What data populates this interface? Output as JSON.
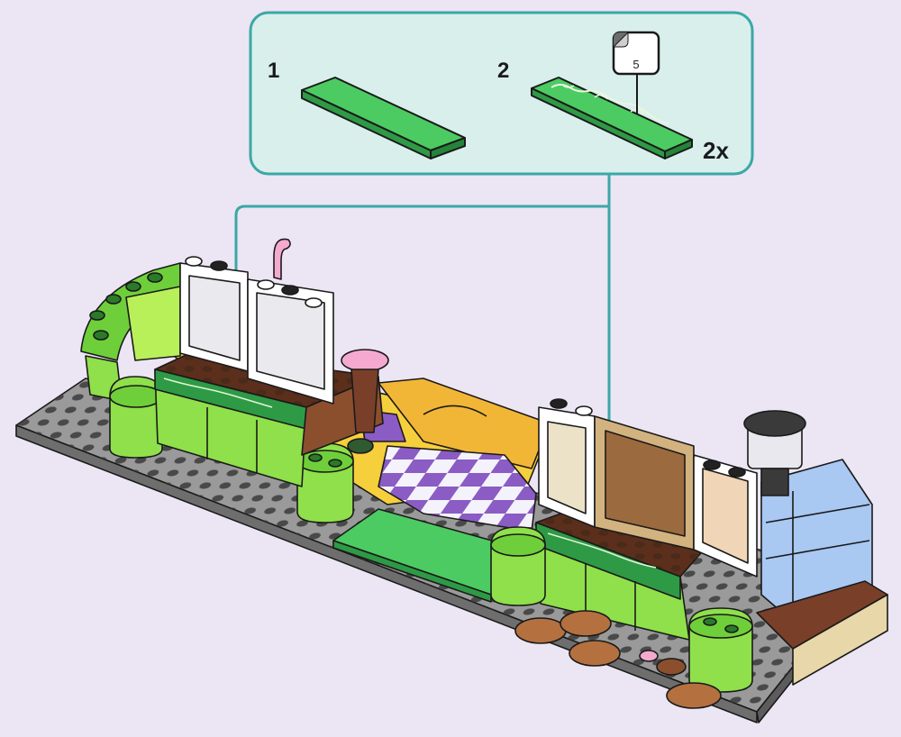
{
  "callout": {
    "step1_label": "1",
    "step2_label": "2",
    "step2_quantity": "2x",
    "sticker_number": "5"
  },
  "colors": {
    "background": "#ece5f3",
    "callout_fill": "#d8efec",
    "callout_border": "#3aa8a6",
    "arrow": "#3aa8a6",
    "brick_green": "#3fbf57",
    "lime": "#9be04a",
    "baseplate": "#9a9a9a"
  },
  "icons": [
    "sticker-icon",
    "arrow-down-icon"
  ]
}
